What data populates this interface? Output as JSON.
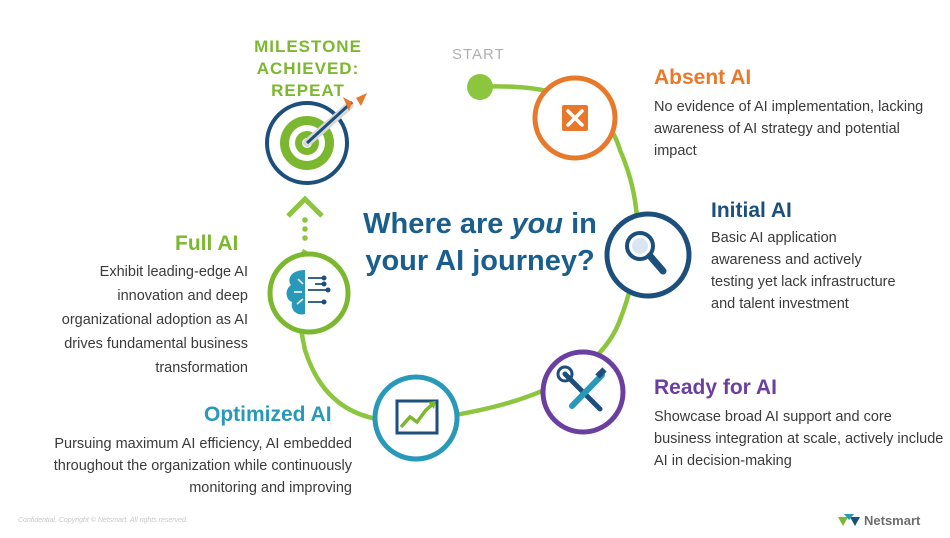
{
  "start_label": "START",
  "milestone": {
    "line1": "MILESTONE",
    "line2": "ACHIEVED:",
    "line3": "REPEAT"
  },
  "center_question": {
    "before": "Where are ",
    "emphasis": "you",
    "after": "in your AI journey?"
  },
  "stages": [
    {
      "title": "Absent AI",
      "description": "No evidence of AI implementation, lacking awareness of AI strategy and potential impact",
      "color": "#e8792b",
      "icon": "x-box-icon"
    },
    {
      "title": "Initial AI",
      "description": "Basic AI application awareness and actively testing yet lack infrastructure and talent investment",
      "color": "#1d4f7c",
      "icon": "magnifier-icon"
    },
    {
      "title": "Ready for AI",
      "description": "Showcase broad AI support and core business integration at scale, actively include AI in decision-making",
      "color": "#6b3fa0",
      "icon": "tools-icon"
    },
    {
      "title": "Optimized AI",
      "description": "Pursuing maximum AI efficiency, AI embedded throughout the organization while continuously monitoring and improving",
      "color": "#2899b8",
      "icon": "trend-chart-icon"
    },
    {
      "title": "Full AI",
      "description": "Exhibit leading-edge AI innovation and deep organizational adoption as AI drives fundamental business transformation",
      "color": "#7cb82f",
      "icon": "ai-brain-icon"
    }
  ],
  "footer": "Confidential. Copyright © Netsmart. All rights reserved.",
  "brand": {
    "name": "Netsmart",
    "icon": "netsmart-logo-icon"
  },
  "path_color": "#8cc63f"
}
